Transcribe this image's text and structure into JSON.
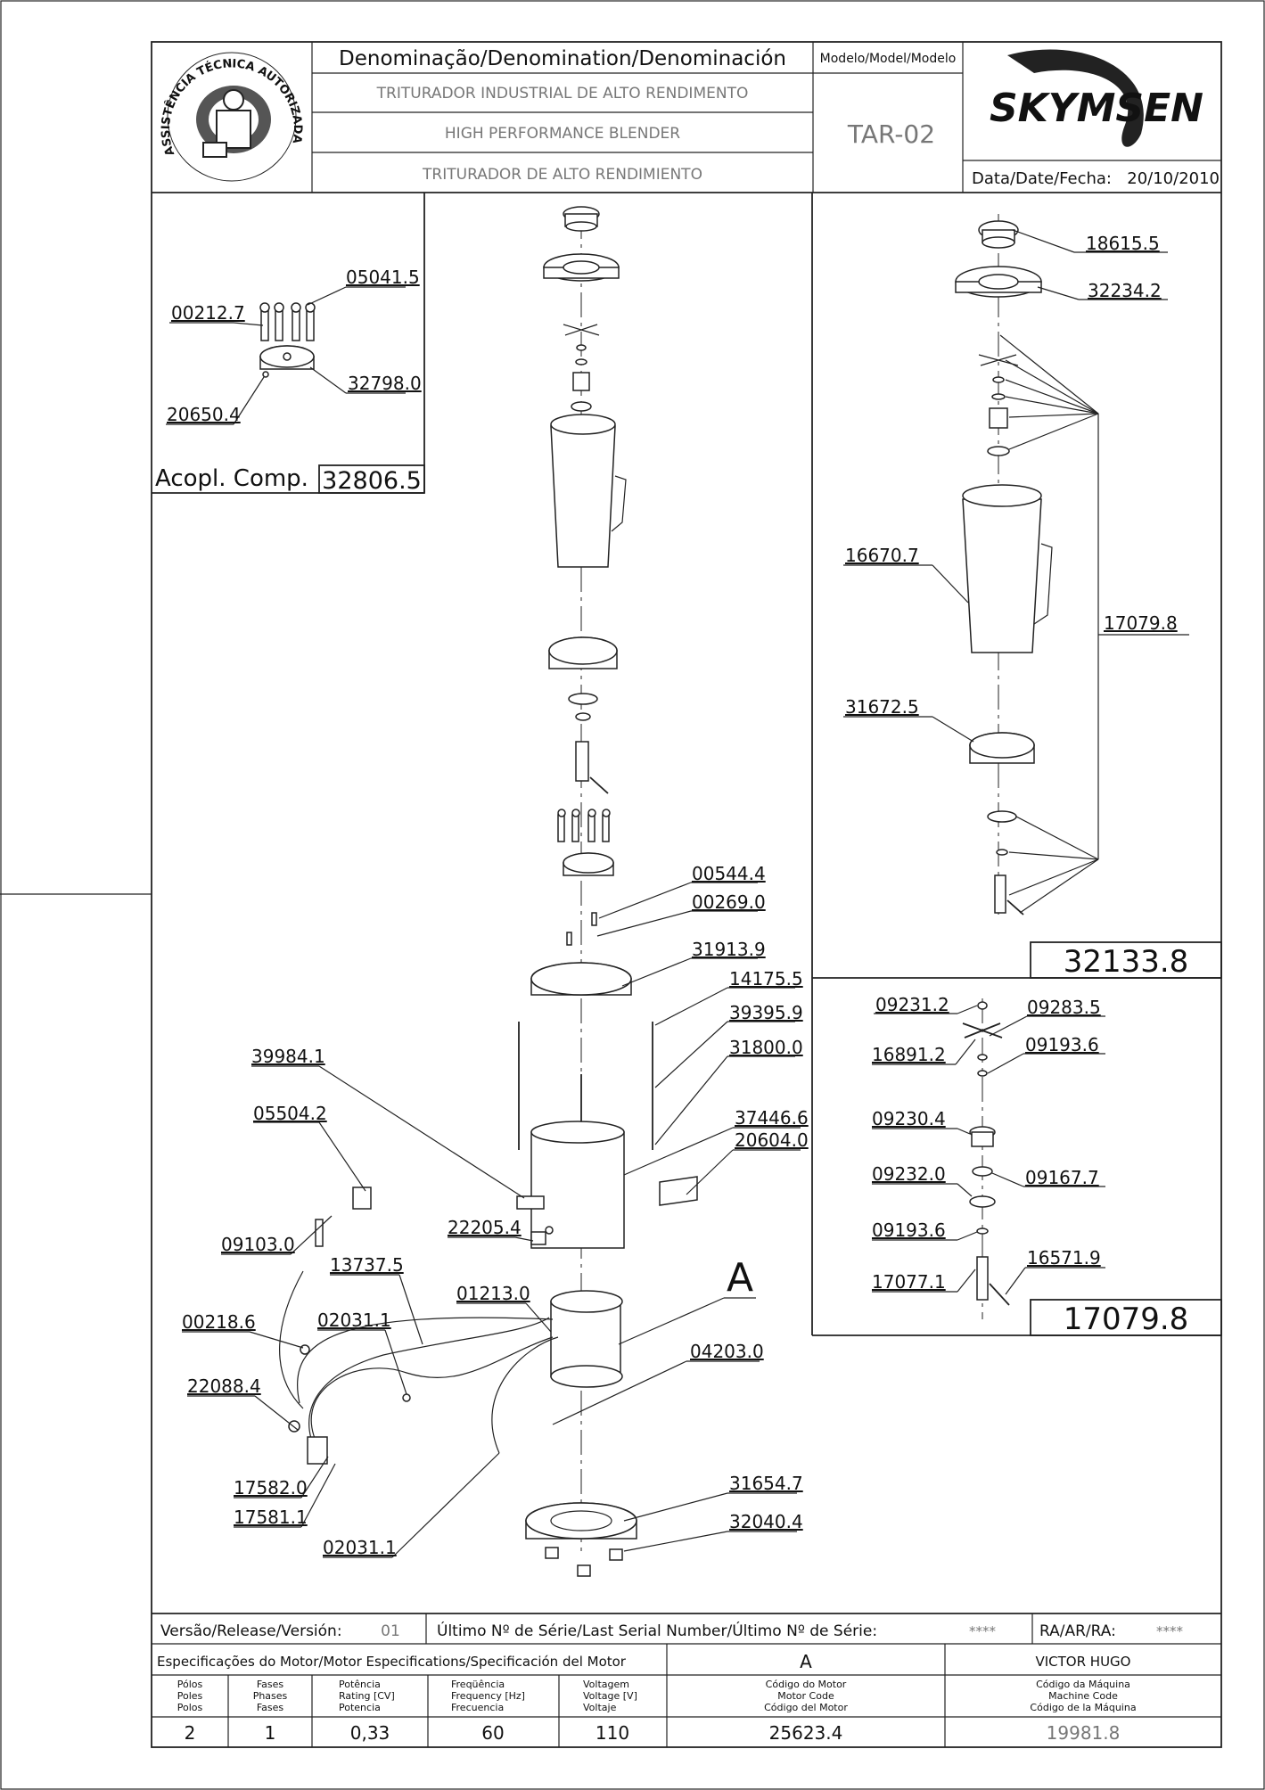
{
  "header": {
    "denomination_heading": "Denominação/Denomination/Denominación",
    "name_pt": "TRITURADOR INDUSTRIAL DE ALTO RENDIMENTO",
    "name_en": "HIGH PERFORMANCE BLENDER",
    "name_es": "TRITURADOR DE ALTO RENDIMIENTO",
    "model_heading": "Modelo/Model/Modelo",
    "model": "TAR-02",
    "brand": "SKYMSEN",
    "date_label": "Data/Date/Fecha:",
    "date": "20/10/2010",
    "seal_text": "ASSISTÊNCIA TÉCNICA AUTORIZADA"
  },
  "coupling": {
    "label": "Acopl. Comp.",
    "code": "32806.5",
    "parts": [
      "05041.5",
      "00212.7",
      "32798.0",
      "20650.4"
    ]
  },
  "jar_assembly": {
    "code": "32133.8",
    "parts": [
      "18615.5",
      "32234.2",
      "16670.7",
      "17079.8",
      "31672.5"
    ]
  },
  "blade_assembly": {
    "code": "17079.8",
    "parts": [
      "09231.2",
      "09283.5",
      "16891.2",
      "09193.6",
      "09230.4",
      "09232.0",
      "09167.7",
      "09193.6",
      "16571.9",
      "17077.1"
    ]
  },
  "main_parts": {
    "p00544_4": "00544.4",
    "p00269_0": "00269.0",
    "p31913_9": "31913.9",
    "p14175_5": "14175.5",
    "p39395_9": "39395.9",
    "p31800_0": "31800.0",
    "p39984_1": "39984.1",
    "p05504_2": "05504.2",
    "p37446_6": "37446.6",
    "p20604_0": "20604.0",
    "p09103_0": "09103.0",
    "p22205_4": "22205.4",
    "p13737_5": "13737.5",
    "p01213_0": "01213.0",
    "detail_a": "A",
    "p00218_6": "00218.6",
    "p02031_1a": "02031.1",
    "p04203_0": "04203.0",
    "p22088_4": "22088.4",
    "p17582_0": "17582.0",
    "p17581_1": "17581.1",
    "p02031_1b": "02031.1",
    "p31654_7": "31654.7",
    "p32040_4": "32040.4"
  },
  "footer": {
    "version_label": "Versão/Release/Versión:",
    "version": "01",
    "serial_label": "Último Nº de Série/Last Serial Number/Último Nº de Série:",
    "serial": "****",
    "ra_label": "RA/AR/RA:",
    "ra": "****",
    "motor_spec_label": "Especificações do Motor/Motor Especifications/Specificación del Motor",
    "motor_variant": "A",
    "author": "VICTOR HUGO",
    "columns": [
      {
        "l1": "Pólos",
        "l2": "Poles",
        "l3": "Polos",
        "value": "2"
      },
      {
        "l1": "Fases",
        "l2": "Phases",
        "l3": "Fases",
        "value": "1"
      },
      {
        "l1": "Potência",
        "l2": "Rating [CV]",
        "l3": "Potencia",
        "value": "0,33"
      },
      {
        "l1": "Freqüência",
        "l2": "Frequency [Hz]",
        "l3": "Frecuencia",
        "value": "60"
      },
      {
        "l1": "Voltagem",
        "l2": "Voltage [V]",
        "l3": "Voltaje",
        "value": "110"
      },
      {
        "l1": "Código do Motor",
        "l2": "Motor Code",
        "l3": "Código del Motor",
        "value": "25623.4"
      },
      {
        "l1": "Código da Máquina",
        "l2": "Machine Code",
        "l3": "Código de la Máquina",
        "value": "19981.8"
      }
    ]
  }
}
